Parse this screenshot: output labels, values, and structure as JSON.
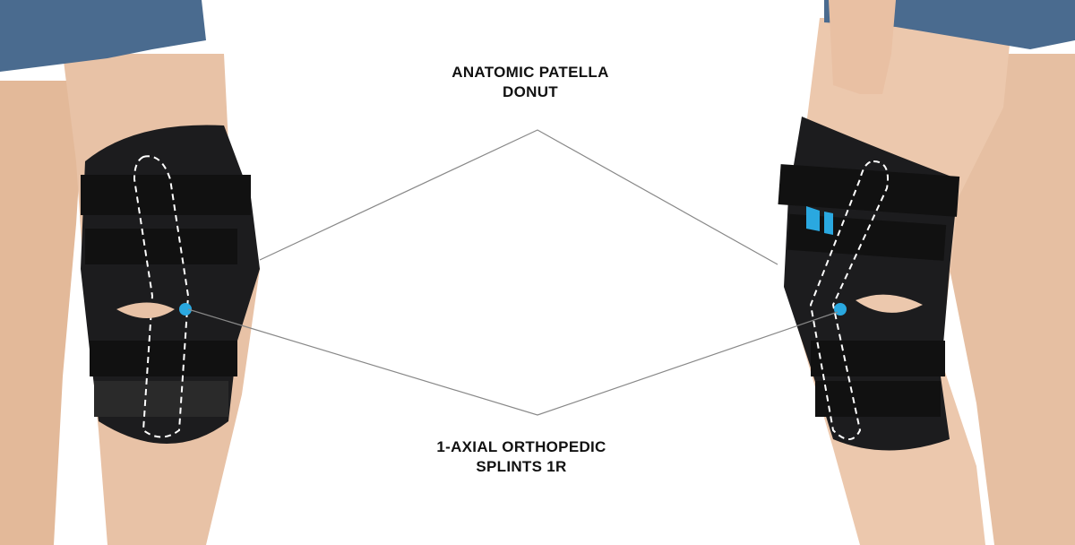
{
  "labels": {
    "top": [
      "ANATOMIC PATELLA",
      "DONUT"
    ],
    "bottom": [
      "1-AXIAL ORTHOPEDIC",
      "SPLINTS 1R"
    ]
  },
  "colors": {
    "skin": "#e6bfa3",
    "shorts": "#4a6b8f",
    "brace": "#1c1c1e",
    "accent": "#2aa8e0",
    "line": "#888888"
  }
}
